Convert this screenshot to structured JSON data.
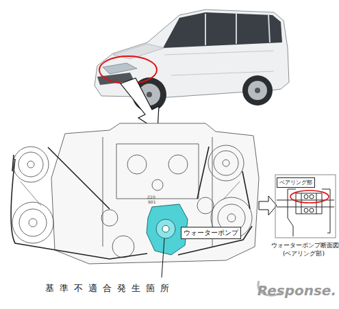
{
  "diagram": {
    "nodes": [
      {
        "text": [
          "ベアリング部"
        ]
      },
      {
        "text": [
          "ウォーターポンプ"
        ]
      }
    ],
    "labels": [
      "Z20",
      "901",
      "ウォーターポンプ断面図 (ベアリング部)",
      "基準不適合発生箇所",
      "Response."
    ]
  }
}
